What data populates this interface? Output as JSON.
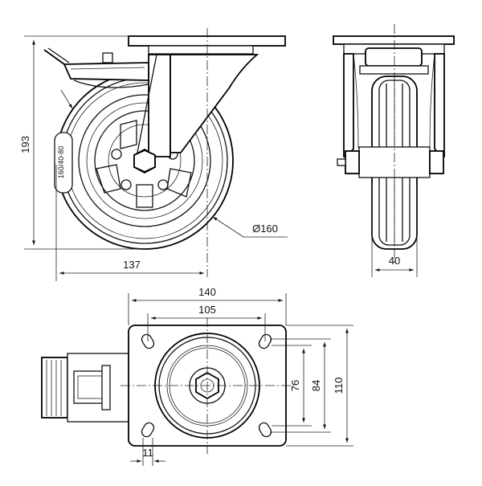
{
  "dimensions": {
    "height_side": "193",
    "width_side": "137",
    "wheel_diameter": "Ø160",
    "wheel_width": "40",
    "plate_width": "140",
    "bolt_spacing_x": "105",
    "bolt_spacing_y": "76",
    "inner_height": "84",
    "plate_height": "110",
    "bolt_hole": "11"
  },
  "tyre_marking": "160/40-80",
  "colors": {
    "line": "#111111",
    "background": "#ffffff"
  }
}
